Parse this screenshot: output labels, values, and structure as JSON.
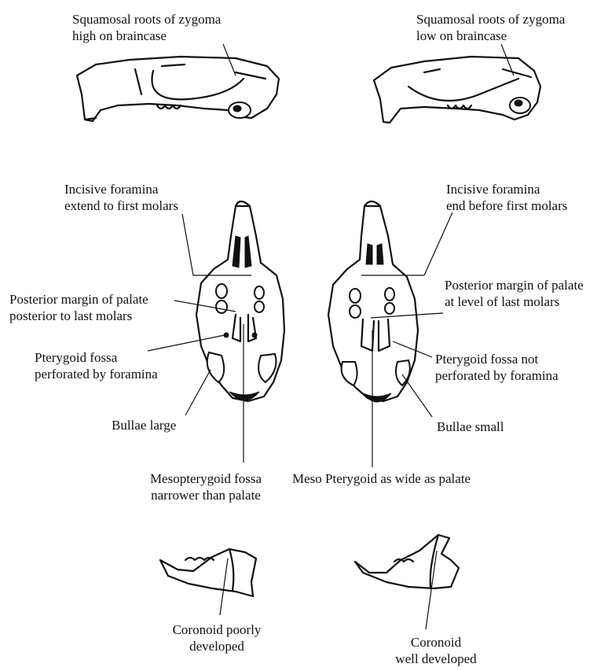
{
  "colors": {
    "ink": "#111111",
    "background": "#ffffff"
  },
  "labels": {
    "squamosal_high_l1": "Squamosal roots of zygoma",
    "squamosal_high_l2": "high on braincase",
    "squamosal_low_l1": "Squamosal roots of zygoma",
    "squamosal_low_l2": "low on braincase",
    "incisive_extend_l1": "Incisive foramina",
    "incisive_extend_l2": "extend to first molars",
    "incisive_end_l1": "Incisive foramina",
    "incisive_end_l2": "end before first molars",
    "palate_posterior_l1": "Posterior margin of palate",
    "palate_posterior_l2": "posterior to last molars",
    "palate_level_l1": "Posterior margin of palate",
    "palate_level_l2": "at level of last molars",
    "pterygoid_perf_l1": "Pterygoid fossa",
    "pterygoid_perf_l2": "perforated by foramina",
    "pterygoid_notperf_l1": "Pterygoid fossa not",
    "pterygoid_notperf_l2": "perforated by foramina",
    "bullae_large": "Bullae large",
    "bullae_small": "Bullae small",
    "meso_narrow_l1": "Mesopterygoid fossa",
    "meso_narrow_l2": "narrower than palate",
    "meso_wide": "Meso Pterygoid as wide as palate",
    "coronoid_poor_l1": "Coronoid poorly",
    "coronoid_poor_l2": "developed",
    "coronoid_well_l1": "Coronoid",
    "coronoid_well_l2": "well developed"
  }
}
